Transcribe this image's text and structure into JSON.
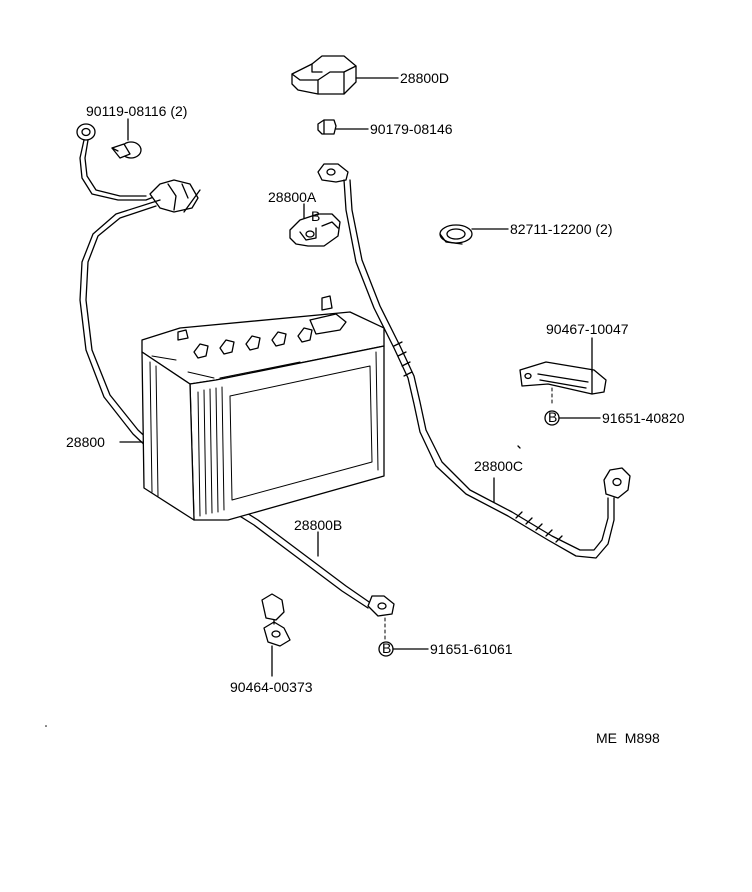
{
  "labels": {
    "p28800D": "28800D",
    "p90179": "90179-08146",
    "p90119": "90119-08116 (2)",
    "p28800A": "28800A",
    "pB_small": "B",
    "p82711": "82711-12200 (2)",
    "p90467": "90467-10047",
    "p91651_40820": "91651-40820",
    "p28800": "28800",
    "p28800C": "28800C",
    "p28800B": "28800B",
    "p91651_61061": "91651-61061",
    "p90464": "90464-00373",
    "circleB": "B",
    "code": "ME  M898"
  }
}
